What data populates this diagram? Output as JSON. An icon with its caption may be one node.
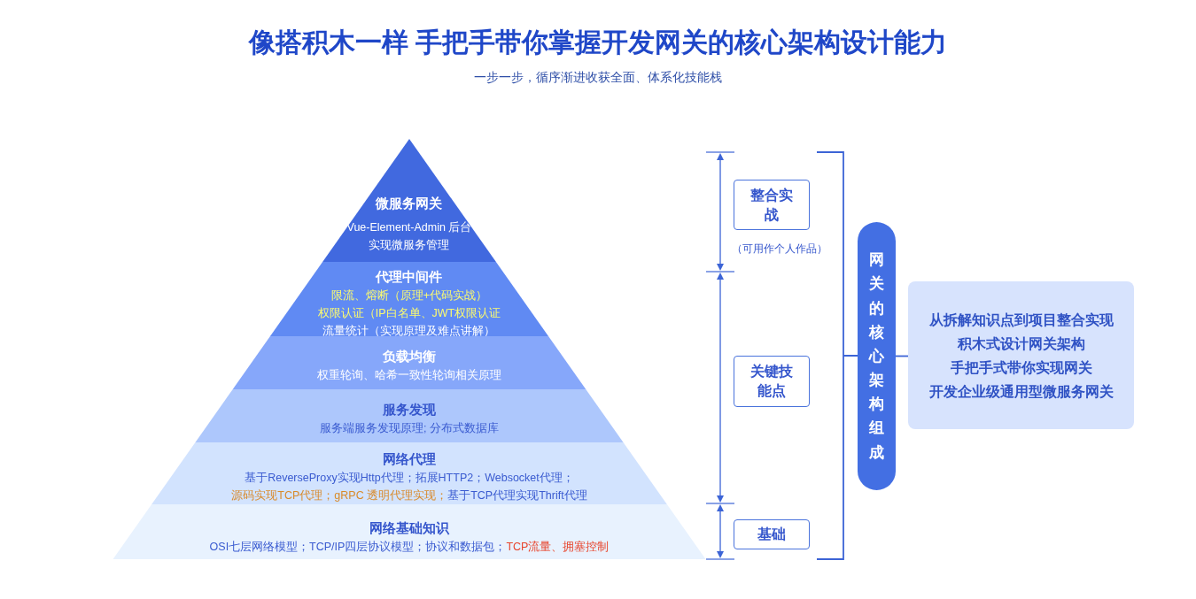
{
  "diagram": {
    "title": "像搭积木一样 手把手带你掌握开发网关的核心架构设计能力",
    "nodes": [
      {
        "text": [
          "微服务网关",
          "Vue-Element-Admin 后台实现微服务管理"
        ]
      },
      {
        "text": [
          "代理中间件",
          "限流、熔断（原理+代码实战）",
          "权限认证（IP白名单、JWT权限认证",
          "流量统计（实现原理及难点讲解）"
        ]
      },
      {
        "text": [
          "负载均衡",
          "权重轮询、哈希一致性轮询相关原理"
        ]
      },
      {
        "text": [
          "服务发现",
          "服务端服务发现原理; 分布式数据库"
        ]
      },
      {
        "text": [
          "网络代理",
          "基于ReverseProxy实现Http代理；拓展HTTP2；Websocket代理；",
          "源码实现TCP代理；gRPC 透明代理实现；",
          "基于TCP代理实现Thrift代理"
        ]
      },
      {
        "text": [
          "网络基础知识",
          "OSI七层网络模型；TCP/IP四层协议模型；协议和数据包；",
          "TCP流量、拥塞控制"
        ]
      },
      {
        "text": [
          "整合实战"
        ],
        "beside": [
          "（可用作个人作品）"
        ]
      },
      {
        "text": [
          "关键技能点"
        ]
      },
      {
        "text": [
          "基础"
        ]
      },
      {
        "text": [
          "网关的核心架构组成"
        ]
      },
      {
        "text": [
          "从拆解知识点到项目整合实现",
          "积木式设计网关架构",
          "手把手式带你实现网关",
          "开发企业级通用型微服务网关"
        ]
      }
    ],
    "edges": [
      {
        "from": 9,
        "to": 10,
        "arrow": "none"
      }
    ],
    "labels": [
      "一步一步，循序渐进收获全面、体系化技能栈"
    ]
  }
}
